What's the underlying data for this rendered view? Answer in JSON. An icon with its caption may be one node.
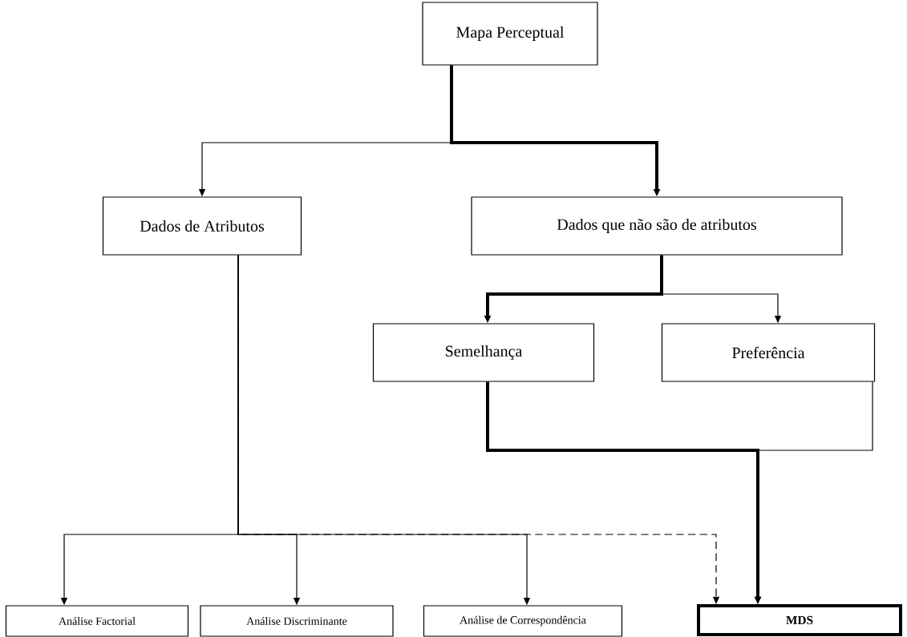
{
  "diagram": {
    "nodes": [
      {
        "text": [
          "Mapa Perceptual"
        ]
      },
      {
        "text": [
          "Dados de Atributos"
        ]
      },
      {
        "text": [
          "Dados que não são de atributos"
        ]
      },
      {
        "text": [
          "Semelhança"
        ]
      },
      {
        "text": [
          "Preferência"
        ]
      },
      {
        "text": [
          "Análise Factorial"
        ]
      },
      {
        "text": [
          "Análise Discriminante"
        ]
      },
      {
        "text": [
          "Análise de Correspondência"
        ]
      },
      {
        "text": [
          "MDS"
        ]
      }
    ],
    "edges": [
      {
        "from": 0,
        "to": 1,
        "arrow": "to"
      },
      {
        "from": 0,
        "to": 2,
        "arrow": "to",
        "style": "thick"
      },
      {
        "from": 2,
        "to": 3,
        "arrow": "to",
        "style": "thick"
      },
      {
        "from": 2,
        "to": 4,
        "arrow": "to"
      },
      {
        "from": 3,
        "to": 8,
        "arrow": "to",
        "style": "thick"
      },
      {
        "from": 4,
        "to": 8,
        "arrow": "to"
      },
      {
        "from": 1,
        "to": 5,
        "arrow": "to"
      },
      {
        "from": 1,
        "to": 6,
        "arrow": "to"
      },
      {
        "from": 1,
        "to": 7,
        "arrow": "to"
      },
      {
        "from": 1,
        "to": 8,
        "arrow": "to",
        "style": "dashed"
      }
    ]
  }
}
